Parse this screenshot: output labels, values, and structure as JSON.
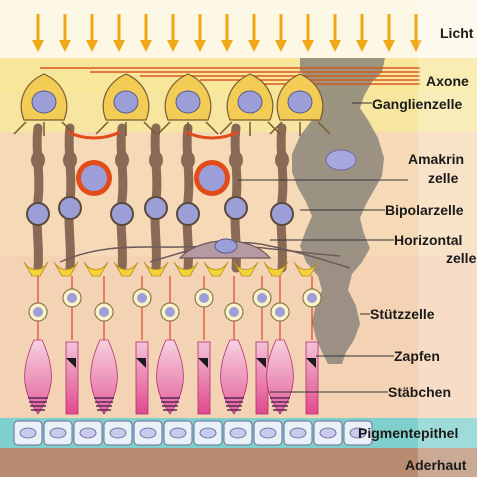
{
  "figure": {
    "labels": {
      "light": "Licht",
      "axons": "Axone",
      "ganglion": "Ganglienzelle",
      "amacrine_1": "Amakrin",
      "amacrine_2": "zelle",
      "bipolar": "Bipolarzelle",
      "horizontal_1": "Horizontal",
      "horizontal_2": "zelle",
      "support": "Stützzelle",
      "cones": "Zapfen",
      "rods": "Stäbchen",
      "pigment": "Pigmentepithel",
      "choroid": "Aderhaut"
    },
    "colors": {
      "light_arrows": "#f0a818",
      "ganglion_cell": "#f2cc55",
      "nucleus": "#9c9ed8",
      "amacrine_cell": "#e24c1a",
      "bipolar_cell": "#8a6a54",
      "horizontal_cell": "#b59aa2",
      "support_cell": "#8b857a",
      "photoreceptor": "#e45f9a",
      "pigment_band": "#7fd0cc",
      "choroid_band": "#b98c72"
    }
  }
}
